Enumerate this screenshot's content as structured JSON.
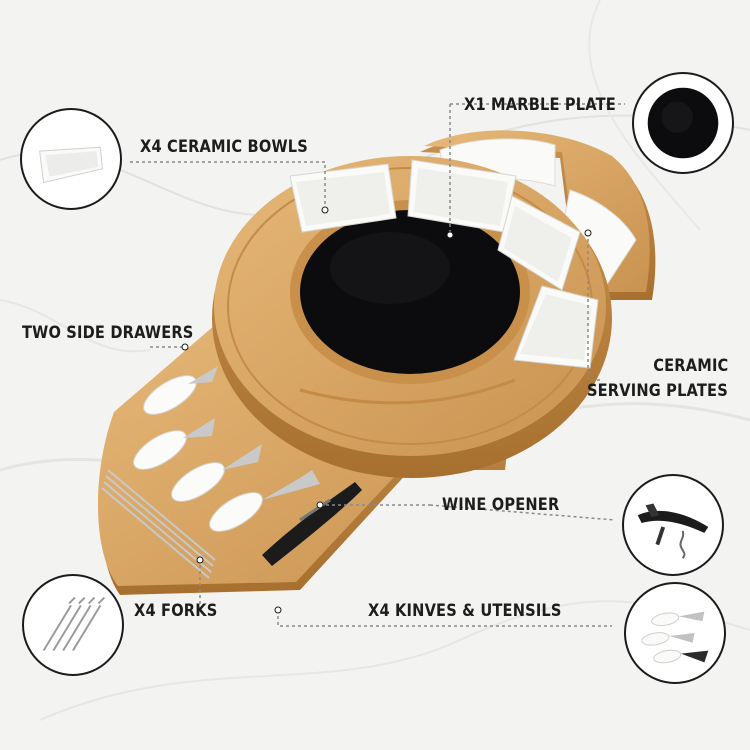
{
  "labels": {
    "marble_plate": "X1 MARBLE PLATE",
    "ceramic_bowls": "X4 CERAMIC BOWLS",
    "side_drawers": "TWO SIDE DRAWERS",
    "serving_plates_line1": "CERAMIC",
    "serving_plates_line2": "SERVING PLATES",
    "wine_opener": "WINE OPENER",
    "forks": "X4 FORKS",
    "knives": "X4 KINVES & UTENSILS"
  },
  "icons": {
    "bowl": "ceramic-bowl-icon",
    "plate": "marble-plate-icon",
    "opener": "wine-opener-icon",
    "forks": "forks-icon",
    "knives": "cheese-knives-icon"
  },
  "colors": {
    "bamboo": "#d9a867",
    "bamboo_dark": "#b97f3d",
    "marble_plate": "#0c0c0e",
    "ceramic": "#f7f7f5",
    "leader_line": "#888888",
    "label_text": "#1d1d1d"
  }
}
